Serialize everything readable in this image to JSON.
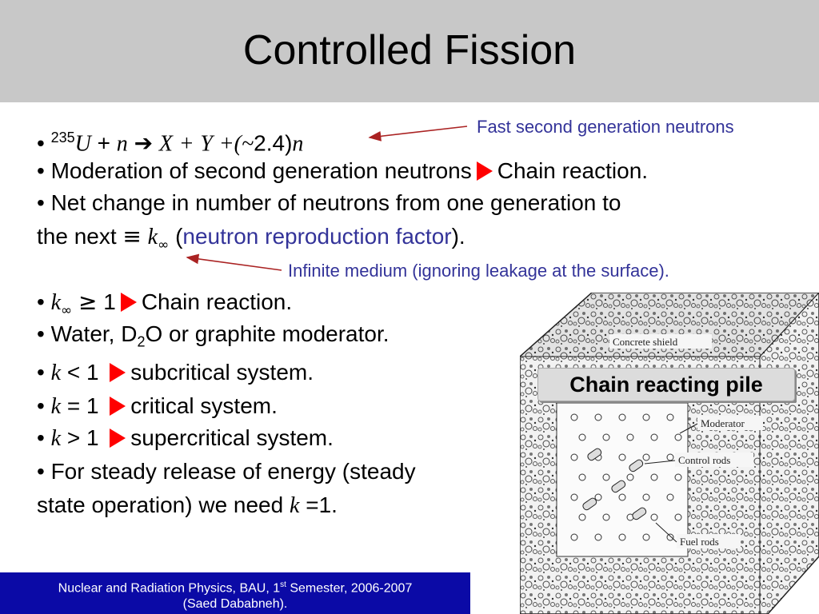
{
  "title": "Controlled Fission",
  "bullets": {
    "b1": {
      "bullet": "•",
      "mass": "235",
      "U": "U",
      "plus": "+",
      "n": "n",
      "arrow": "➔",
      "X": "X",
      "plus2": "+",
      "Y": "Y",
      "plus3": "+",
      "paren_open": "(~",
      "value": "2.4",
      "paren_close": ")",
      "n2": "n"
    },
    "b2": {
      "text": "• Moderation of second generation neutrons",
      "result": "Chain reaction."
    },
    "b3": {
      "line1": "• Net change in number of neutrons from one generation to",
      "line2_a": "the next",
      "equiv": "≡",
      "k": "k",
      "inf": "∞",
      "paren_open": "(",
      "term": "neutron reproduction factor",
      "paren_close": ")."
    },
    "b4": {
      "bullet": "•",
      "k": "k",
      "inf": "∞",
      "ge": "≥",
      "one": "1",
      "result": "Chain reaction."
    },
    "b5": {
      "a": "• Water, D",
      "sub": "2",
      "b": "O or graphite moderator."
    },
    "b6": {
      "bullet": "•",
      "k": "k",
      "op": "< 1",
      "result": "subcritical system."
    },
    "b7": {
      "bullet": "•",
      "k": "k",
      "op": "= 1",
      "result": "critical system."
    },
    "b8": {
      "bullet": "•",
      "k": "k",
      "op": "> 1",
      "result": "supercritical system."
    },
    "b9": {
      "line1": "• For steady release of energy (steady",
      "line2_a": "state operation) we need",
      "k": "k",
      "eq": "=1."
    }
  },
  "annotations": {
    "fast": "Fast second generation neutrons",
    "infinite": "Infinite medium (ignoring leakage at the surface)."
  },
  "figure": {
    "label": "Chain reacting pile",
    "concrete": "Concrete  shield",
    "moderator": "Moderator",
    "control": "Control  rods",
    "fuel": "Fuel  rods"
  },
  "footer": {
    "line1_a": "Nuclear and Radiation Physics, BAU, 1",
    "line1_sup": "st",
    "line1_b": " Semester, 2006-2007",
    "line2": "(Saed Dababneh)."
  },
  "colors": {
    "title_bg": "#c8c8c8",
    "accent_blue": "#333399",
    "triangle_red": "#ff0000",
    "footer_bg": "#0b0aa6"
  }
}
